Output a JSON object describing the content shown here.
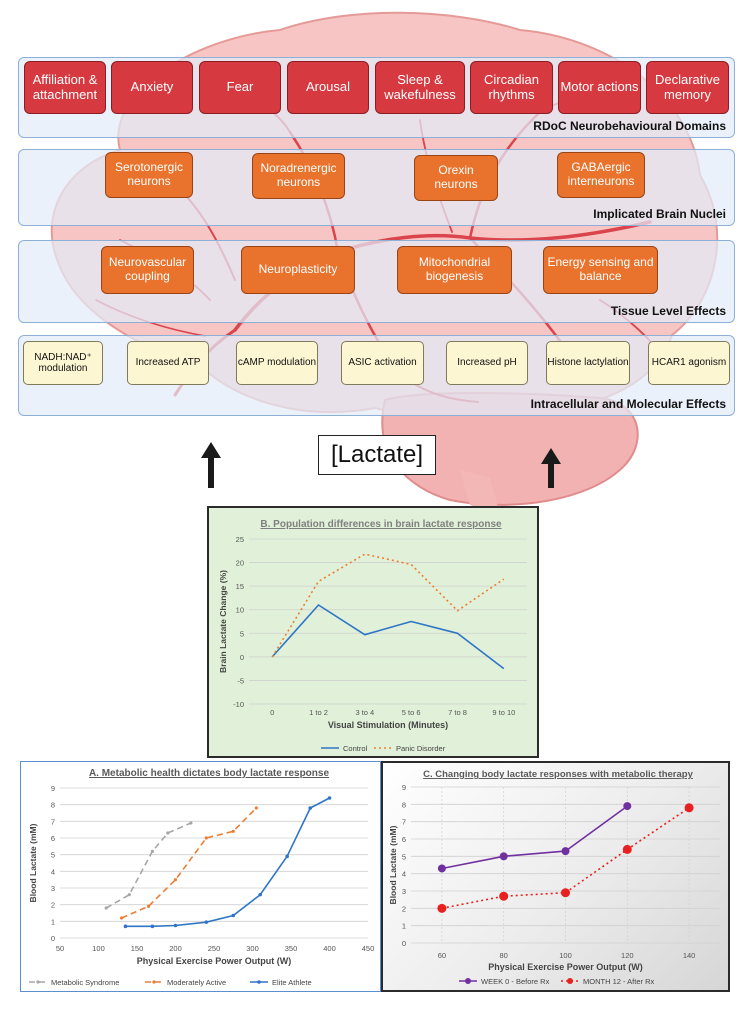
{
  "domains_band": {
    "label": "RDoC Neurobehavioural Domains",
    "items": [
      "Affiliation & attachment",
      "Anxiety",
      "Fear",
      "Arousal",
      "Sleep & wakefulness",
      "Circadian rhythms",
      "Motor actions",
      "Declarative memory"
    ]
  },
  "nuclei_band": {
    "label": "Implicated Brain Nuclei",
    "items": [
      "Serotonergic neurons",
      "Noradrenergic neurons",
      "Orexin neurons",
      "GABAergic interneurons"
    ]
  },
  "tissue_band": {
    "label": "Tissue Level Effects",
    "items": [
      "Neurovascular coupling",
      "Neuroplasticity",
      "Mitochondrial biogenesis",
      "Energy sensing and balance"
    ]
  },
  "molecular_band": {
    "label": "Intracellular and Molecular Effects",
    "items": [
      "NADH:NAD⁺ modulation",
      "Increased ATP",
      "cAMP modulation",
      "ASIC activation",
      "Increased pH",
      "Histone lactylation",
      "HCAR1 agonism"
    ]
  },
  "lactate_label": "[Lactate]",
  "colors": {
    "brain": "#f7c6c4",
    "vessel": "#d9444d",
    "red_box": "#d63a40",
    "orange_box": "#e9722c",
    "yellow_box": "#fdf6d3"
  },
  "chart_data": [
    {
      "type": "line",
      "title": "B. Population differences in brain lactate response",
      "xlabel": "Visual Stimulation (Minutes)",
      "ylabel": "Brain Lactate Change (%)",
      "categories": [
        "0",
        "1 to 2",
        "3 to 4",
        "5 to 6",
        "7 to 8",
        "9 to 10"
      ],
      "ylim": [
        -10,
        25
      ],
      "yticks": [
        -10,
        -5,
        0,
        5,
        10,
        15,
        20,
        25
      ],
      "grid": true,
      "legend": "bottom",
      "series": [
        {
          "name": "Control",
          "values": [
            0,
            11,
            4.7,
            7.5,
            5,
            -2.5
          ],
          "color": "#2e75c6",
          "dash": "solid"
        },
        {
          "name": "Panic Disorder",
          "values": [
            0,
            16,
            21.8,
            19.6,
            9.8,
            16.5
          ],
          "color": "#ed7d31",
          "dash": "dotted"
        }
      ]
    },
    {
      "type": "line",
      "title": "A. Metabolic health dictates body lactate response",
      "xlabel": "Physical Exercise Power Output (W)",
      "ylabel": "Blood Lactate (mM)",
      "xlim": [
        50,
        450
      ],
      "xticks": [
        50,
        100,
        150,
        200,
        250,
        300,
        350,
        400,
        450
      ],
      "ylim": [
        0,
        9
      ],
      "yticks": [
        0,
        1,
        2,
        3,
        4,
        5,
        6,
        7,
        8,
        9
      ],
      "grid": true,
      "legend": "bottom",
      "series": [
        {
          "name": "Metabolic Syndrome",
          "x": [
            110,
            140,
            170,
            190,
            220
          ],
          "y": [
            1.8,
            2.6,
            5.2,
            6.3,
            6.9
          ],
          "color": "#a6a6a6",
          "dash": "dashed"
        },
        {
          "name": "Moderately Active",
          "x": [
            130,
            165,
            200,
            240,
            275,
            305
          ],
          "y": [
            1.2,
            1.9,
            3.5,
            6.0,
            6.4,
            7.8
          ],
          "color": "#ed7d31",
          "dash": "dashed"
        },
        {
          "name": "Elite Athlete",
          "x": [
            135,
            170,
            200,
            240,
            275,
            310,
            345,
            375,
            400
          ],
          "y": [
            0.7,
            0.7,
            0.75,
            0.95,
            1.35,
            2.6,
            4.9,
            7.8,
            8.4
          ],
          "color": "#2e75c6",
          "dash": "solid"
        }
      ]
    },
    {
      "type": "line",
      "title": "C. Changing body lactate responses with metabolic therapy",
      "xlabel": "Physical Exercise Power Output (W)",
      "ylabel": "Blood Lactate (mM)",
      "categories": [
        "60",
        "80",
        "100",
        "120",
        "140"
      ],
      "ylim": [
        0,
        9
      ],
      "yticks": [
        0,
        1,
        2,
        3,
        4,
        5,
        6,
        7,
        8,
        9
      ],
      "grid": true,
      "legend": "bottom",
      "series": [
        {
          "name": "WEEK 0 - Before Rx",
          "values": [
            4.3,
            5.0,
            5.3,
            7.9,
            null
          ],
          "color": "#7030a0",
          "dash": "solid"
        },
        {
          "name": "MONTH 12 - After Rx",
          "values": [
            2.0,
            2.7,
            2.9,
            5.4,
            7.8
          ],
          "color": "#e8201f",
          "dash": "dotted"
        }
      ]
    }
  ]
}
